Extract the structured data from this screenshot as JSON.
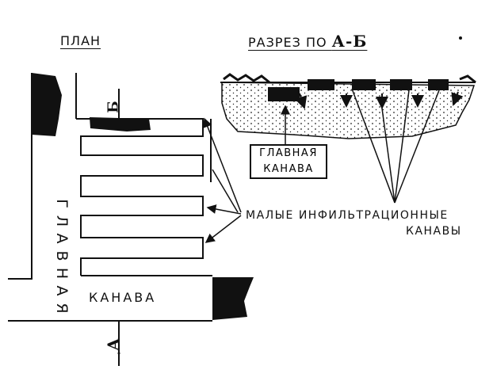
{
  "labels": {
    "plan_title": "ПЛАН",
    "section_title_prefix": "РАЗРЕЗ ПО ",
    "section_title_letters": "А-Б",
    "main_canal_line1": "ГЛАВНАЯ",
    "main_canal_line2": "КАНАВА",
    "infiltration_line1": "МАЛЫЕ ИНФИЛЬТРАЦИОННЫЕ",
    "infiltration_line2": "КАНАВЫ",
    "plan_vertical_word": "ГЛАВНАЯ",
    "plan_horizontal_word": "КАНАВА",
    "letter_b": "Б",
    "letter_a": "А"
  },
  "colors": {
    "ink": "#111111",
    "paper": "#ffffff",
    "soil_fill": "#f4f4f4"
  }
}
